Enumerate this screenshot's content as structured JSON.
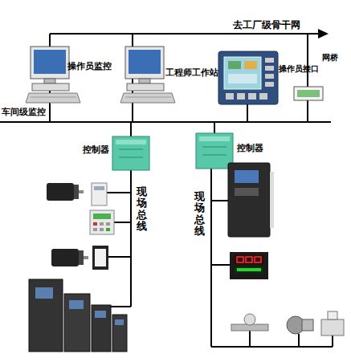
{
  "diagram": {
    "nodes": [
      {
        "text": [
          "操作员监控"
        ]
      },
      {
        "text": [
          "工程师工作站"
        ]
      },
      {
        "text": [
          "操作员接口"
        ]
      },
      {
        "text": [
          "网桥"
        ]
      },
      {
        "text": [
          "控制器"
        ]
      },
      {
        "text": [
          "控制器"
        ]
      }
    ],
    "labels": [
      "去工厂级骨干网",
      "车间级监控",
      "现场总线",
      "现场总线"
    ]
  }
}
